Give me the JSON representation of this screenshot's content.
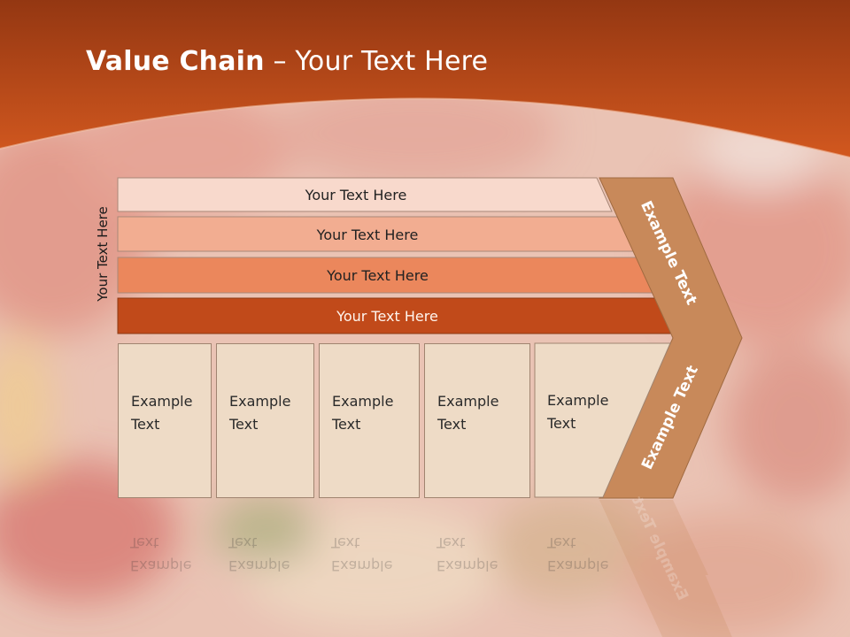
{
  "title": {
    "bold": "Value Chain",
    "rest": " – Your Text Here"
  },
  "vertical_label": "Your Text Here",
  "bars": [
    {
      "label": "Your Text Here"
    },
    {
      "label": "Your Text Here"
    },
    {
      "label": "Your Text Here"
    },
    {
      "label": "Your Text Here"
    }
  ],
  "boxes": [
    {
      "line1": "Example",
      "line2": "Text"
    },
    {
      "line1": "Example",
      "line2": "Text"
    },
    {
      "line1": "Example",
      "line2": "Text"
    },
    {
      "line1": "Example",
      "line2": "Text"
    },
    {
      "line1": "Example",
      "line2": "Text"
    }
  ],
  "chevron": {
    "top_label": "Example Text",
    "bottom_label": "Example Text"
  },
  "colors": {
    "header": "#c4491a",
    "bar1": "#f8d9cc",
    "bar2": "#f2ad91",
    "bar3": "#eb875c",
    "bar4": "#c14a1a",
    "chevron": "#c8895a",
    "box": "#eedbc6"
  }
}
